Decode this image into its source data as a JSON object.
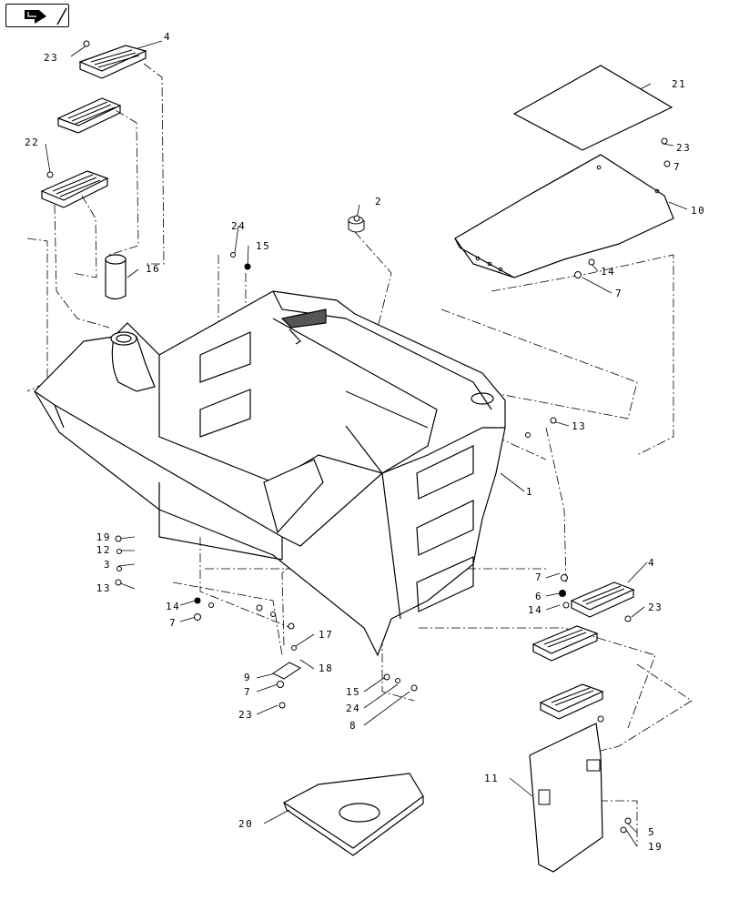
{
  "nav_icon": "next-page-arrow-icon",
  "callouts": {
    "c1": "1",
    "c2": "2",
    "c3": "3",
    "c4a": "4",
    "c4b": "4",
    "c5": "5",
    "c6": "6",
    "c7a": "7",
    "c7b": "7",
    "c7c": "7",
    "c7d": "7",
    "c7e": "7",
    "c8": "8",
    "c9": "9",
    "c10": "10",
    "c11": "11",
    "c12": "12",
    "c13a": "13",
    "c13b": "13",
    "c14a": "14",
    "c14b": "14",
    "c14c": "14",
    "c15a": "15",
    "c15b": "15",
    "c16": "16",
    "c17": "17",
    "c18": "18",
    "c19a": "19",
    "c19b": "19",
    "c20": "20",
    "c21": "21",
    "c22": "22",
    "c23a": "23",
    "c23b": "23",
    "c23c": "23",
    "c23d": "23",
    "c24a": "24",
    "c24b": "24"
  }
}
